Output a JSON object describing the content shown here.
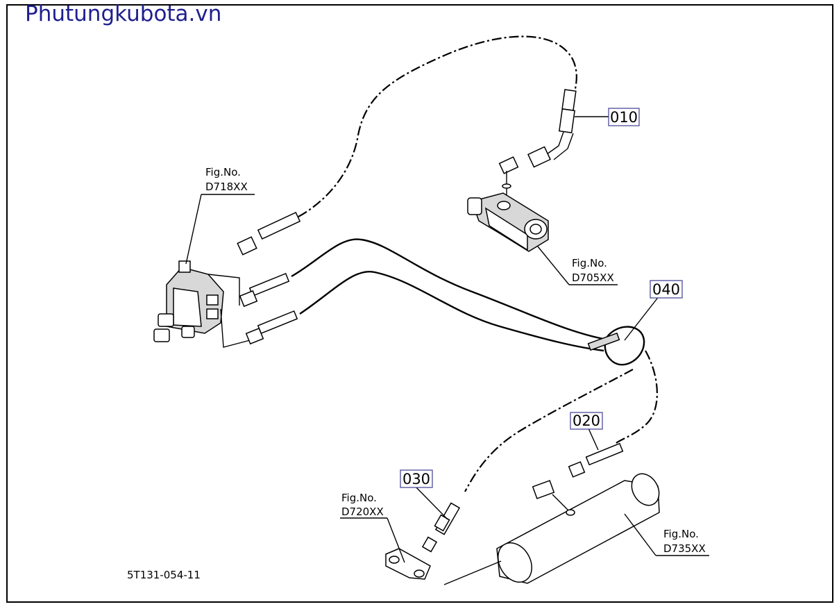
{
  "watermark": "Phutungkubota.vn",
  "diagram_code": "5T131-054-11",
  "callouts": {
    "p010": "010",
    "p020": "020",
    "p030": "030",
    "p040": "040"
  },
  "fig_refs": {
    "d718": {
      "label": "Fig.No.",
      "code": "D718XX"
    },
    "d705": {
      "label": "Fig.No.",
      "code": "D705XX"
    },
    "d720": {
      "label": "Fig.No.",
      "code": "D720XX"
    },
    "d735": {
      "label": "Fig.No.",
      "code": "D735XX"
    }
  }
}
